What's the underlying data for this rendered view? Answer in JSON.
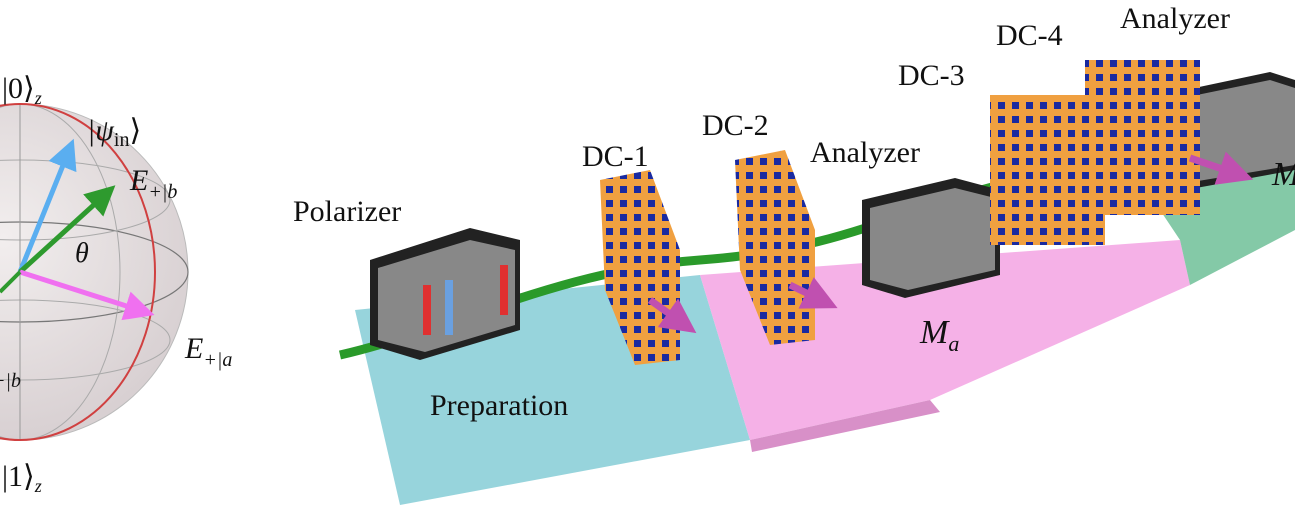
{
  "bloch": {
    "top_label": "|0⟩",
    "top_sub": "z",
    "bottom_label": "|1⟩",
    "bottom_sub": "z",
    "psi_label": "|ψ",
    "psi_sub": "in",
    "psi_close": "⟩",
    "eb_label": "E",
    "eb_sub": "+|b",
    "ea_label": "E",
    "ea_sub": "+|a",
    "theta": "θ",
    "left_cut_sub": "+|b",
    "colors": {
      "psi": "#5aaef0",
      "eb": "#2e9a2e",
      "ea": "#f070f0",
      "meridian": "#d04040"
    }
  },
  "setup": {
    "polarizer": "Polarizer",
    "dc1": "DC-1",
    "dc2": "DC-2",
    "analyzer1": "Analyzer",
    "dc3": "DC-3",
    "dc4": "DC-4",
    "analyzer2": "Analyzer",
    "preparation": "Preparation",
    "ma_label": "M",
    "ma_sub": "a",
    "mb_cut": "M",
    "colors": {
      "preparation": "#8ccfd8",
      "measure_a": "#f4a8e4",
      "measure_b": "#6fbf98",
      "beam": "#2a9a2a",
      "coil": "#f0a040",
      "core": "#1a2aa0",
      "arrow": "#c050b0"
    }
  }
}
